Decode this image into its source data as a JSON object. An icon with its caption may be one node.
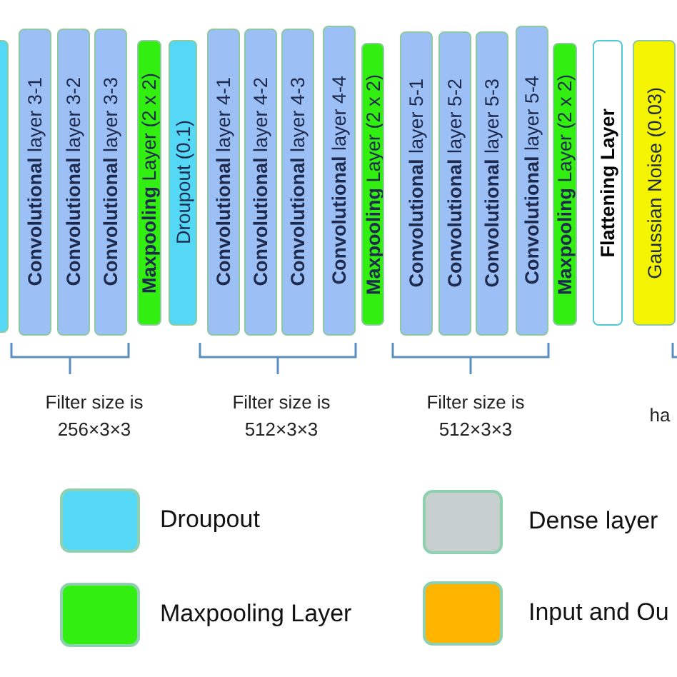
{
  "diagram": {
    "nodes": [
      {
        "text": [],
        "shape": "bar"
      },
      {
        "text": [
          "**Convolutional** layer 3-1"
        ]
      },
      {
        "text": [
          "**Convolutional** layer 3-2"
        ]
      },
      {
        "text": [
          "**Convolutional** layer 3-3"
        ]
      },
      {
        "text": [
          "**Maxpooling** Layer (2 x 2)"
        ]
      },
      {
        "text": [
          "Droupout (0.1)"
        ]
      },
      {
        "text": [
          "**Convolutional** layer 4-1"
        ]
      },
      {
        "text": [
          "**Convolutional** layer 4-2"
        ]
      },
      {
        "text": [
          "**Convolutional** layer 4-3"
        ]
      },
      {
        "text": [
          "**Convolutional** layer 4-4"
        ]
      },
      {
        "text": [
          "**Maxpooling** Layer (2 x 2)"
        ]
      },
      {
        "text": [
          "**Convolutional** layer 5-1"
        ]
      },
      {
        "text": [
          "**Convolutional** layer 5-2"
        ]
      },
      {
        "text": [
          "**Convolutional** layer 5-3"
        ]
      },
      {
        "text": [
          "**Convolutional** layer 5-4"
        ]
      },
      {
        "text": [
          "**Maxpooling** Layer (2 x 2)"
        ]
      },
      {
        "text": [
          "Flattening Layer"
        ]
      },
      {
        "text": [
          "Gaussian Noise (0.03)"
        ]
      }
    ],
    "edges": [],
    "labels": [
      "Filter size is 256×3×3",
      "Filter size is 512×3×3",
      "Filter size is 512×3×3",
      "ha"
    ],
    "legend": [
      {
        "text": "Droupout",
        "color": "#55d8f5"
      },
      {
        "text": "Dense layer",
        "color": "#c8cfcf"
      },
      {
        "text": "Maxpooling Layer",
        "color": "#33ee11"
      },
      {
        "text": "Input and Ou",
        "color": "#ffb400"
      }
    ]
  }
}
